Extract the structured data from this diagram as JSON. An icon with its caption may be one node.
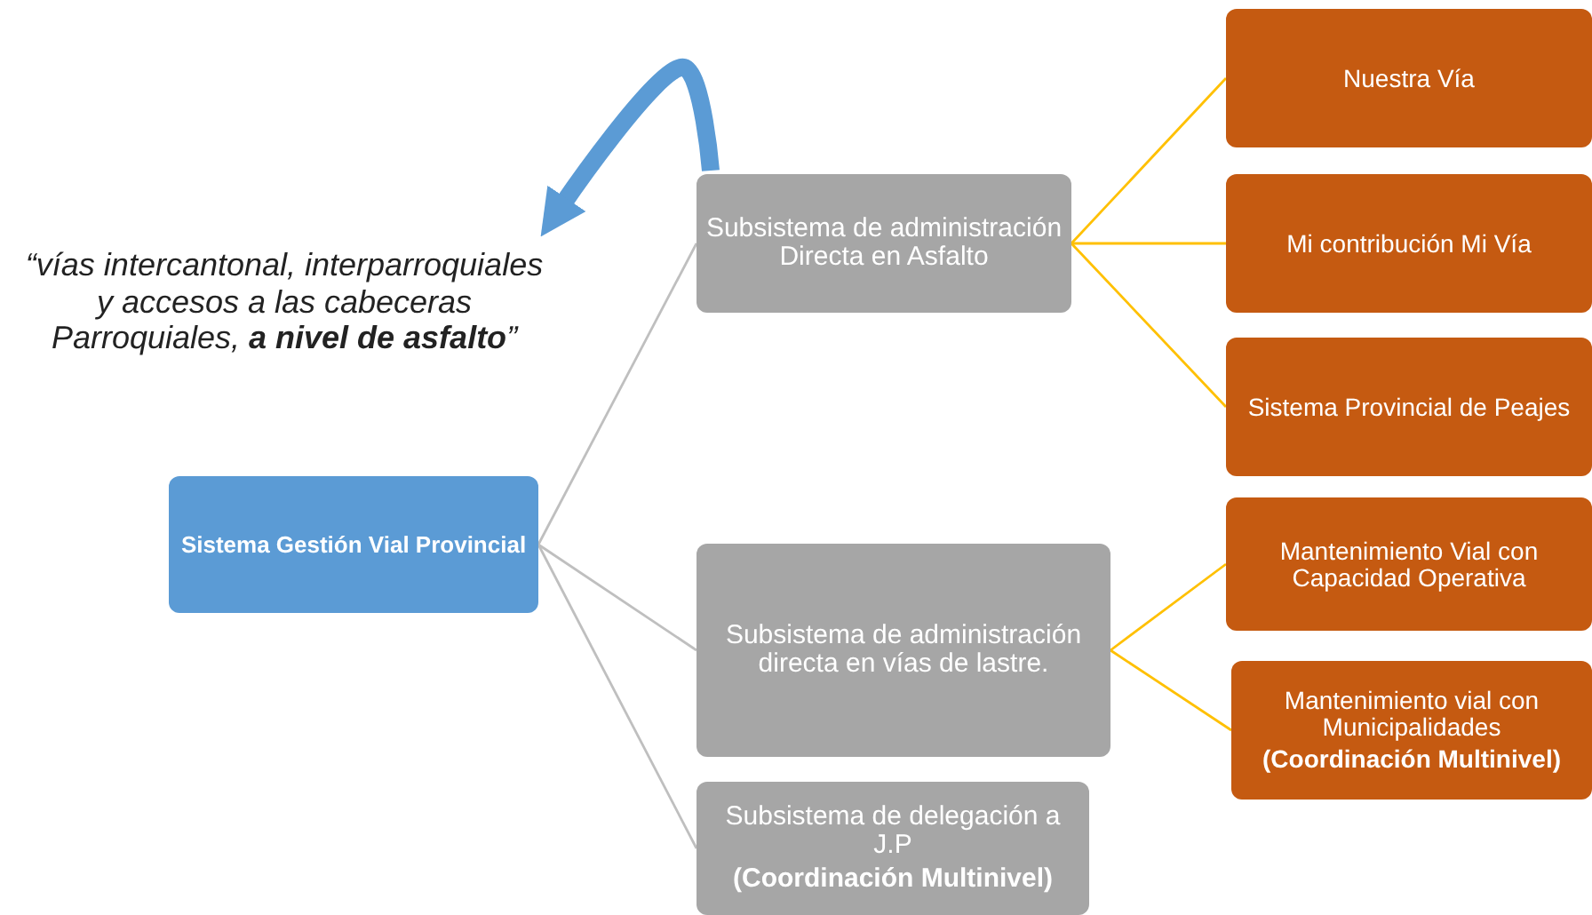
{
  "diagram": {
    "nodes": [
      {
        "text": [
          "“vías intercantonal, interparroquiales y accesos a las cabeceras Parroquiales, **a nivel de asfalto**”"
        ]
      },
      {
        "text": [
          "Sistema Gestión Vial Provincial"
        ]
      },
      {
        "text": [
          "Subsistema de administración Directa en Asfalto"
        ]
      },
      {
        "text": [
          "Nuestra Vía"
        ]
      },
      {
        "text": [
          "Mi contribución Mi Vía"
        ]
      },
      {
        "text": [
          "Sistema Provincial de Peajes"
        ]
      },
      {
        "text": [
          "Subsistema de administración directa en vías de lastre."
        ]
      },
      {
        "text": [
          "Mantenimiento Vial con Capacidad Operativa"
        ]
      },
      {
        "text": [
          "Mantenimiento vial con Municipalidades",
          "(Coordinación Multinivel)"
        ]
      },
      {
        "text": [
          "Subsistema de delegación a J.P",
          "(Coordinación Multinivel)"
        ]
      }
    ],
    "edges": [
      {
        "from": 1,
        "to": 2,
        "arrow": "none",
        "color": "#bfbfbf"
      },
      {
        "from": 1,
        "to": 6,
        "arrow": "none",
        "color": "#bfbfbf"
      },
      {
        "from": 1,
        "to": 9,
        "arrow": "none",
        "color": "#bfbfbf"
      },
      {
        "from": 2,
        "to": 3,
        "arrow": "none"
      },
      {
        "from": 2,
        "to": 4,
        "arrow": "none"
      },
      {
        "from": 2,
        "to": 5,
        "arrow": "none"
      },
      {
        "from": 6,
        "to": 7,
        "arrow": "none"
      },
      {
        "from": 6,
        "to": 8,
        "arrow": "none"
      },
      {
        "from": 2,
        "to": 0,
        "arrow": "to",
        "style": "thick",
        "color": "#5b9bd5"
      }
    ]
  }
}
